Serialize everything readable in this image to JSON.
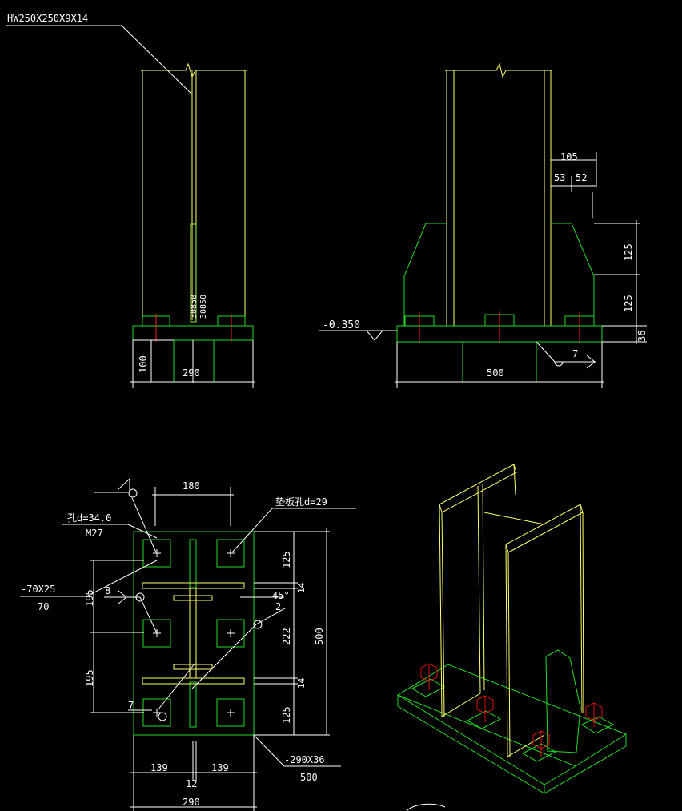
{
  "colors": {
    "background": "#000000",
    "steel": "#ffff66",
    "plate": "#22dd22",
    "dimension": "#ffffff",
    "bolt_axis": "#ff2222",
    "bolt_3d": "#dd1111",
    "rib": "#99ff44"
  },
  "front_view": {
    "section_label": "HW250X250X9X14",
    "dim_290": "290",
    "dim_100": "100",
    "vertical_text_a": "30850",
    "vertical_text_b": "30850"
  },
  "side_view": {
    "dim_105": "105",
    "dim_53": "53",
    "dim_52": "52",
    "dim_125_top": "125",
    "dim_125_bottom": "125",
    "dim_36": "36",
    "elevation": "-0.350",
    "dim_500": "500",
    "weld_size": "7"
  },
  "plan_view": {
    "dim_180": "180",
    "hole_label": "孔d=34.0",
    "bolt_label": "M27",
    "washer_hole_label": "垫板孔d=29",
    "washer_label": "-70X25",
    "washer_sub": "70",
    "weld_8": "8",
    "weld_2": "2",
    "weld_7": "7",
    "angle_45": "45°",
    "dim_195_a": "195",
    "dim_195_b": "195",
    "dim_125_a": "125",
    "dim_14_a": "14",
    "dim_222": "222",
    "dim_14_b": "14",
    "dim_125_b": "125",
    "dim_500": "500",
    "dim_139_a": "139",
    "dim_139_b": "139",
    "dim_12": "12",
    "dim_290": "290",
    "plate_label": "-290X36",
    "plate_sub": "500"
  }
}
